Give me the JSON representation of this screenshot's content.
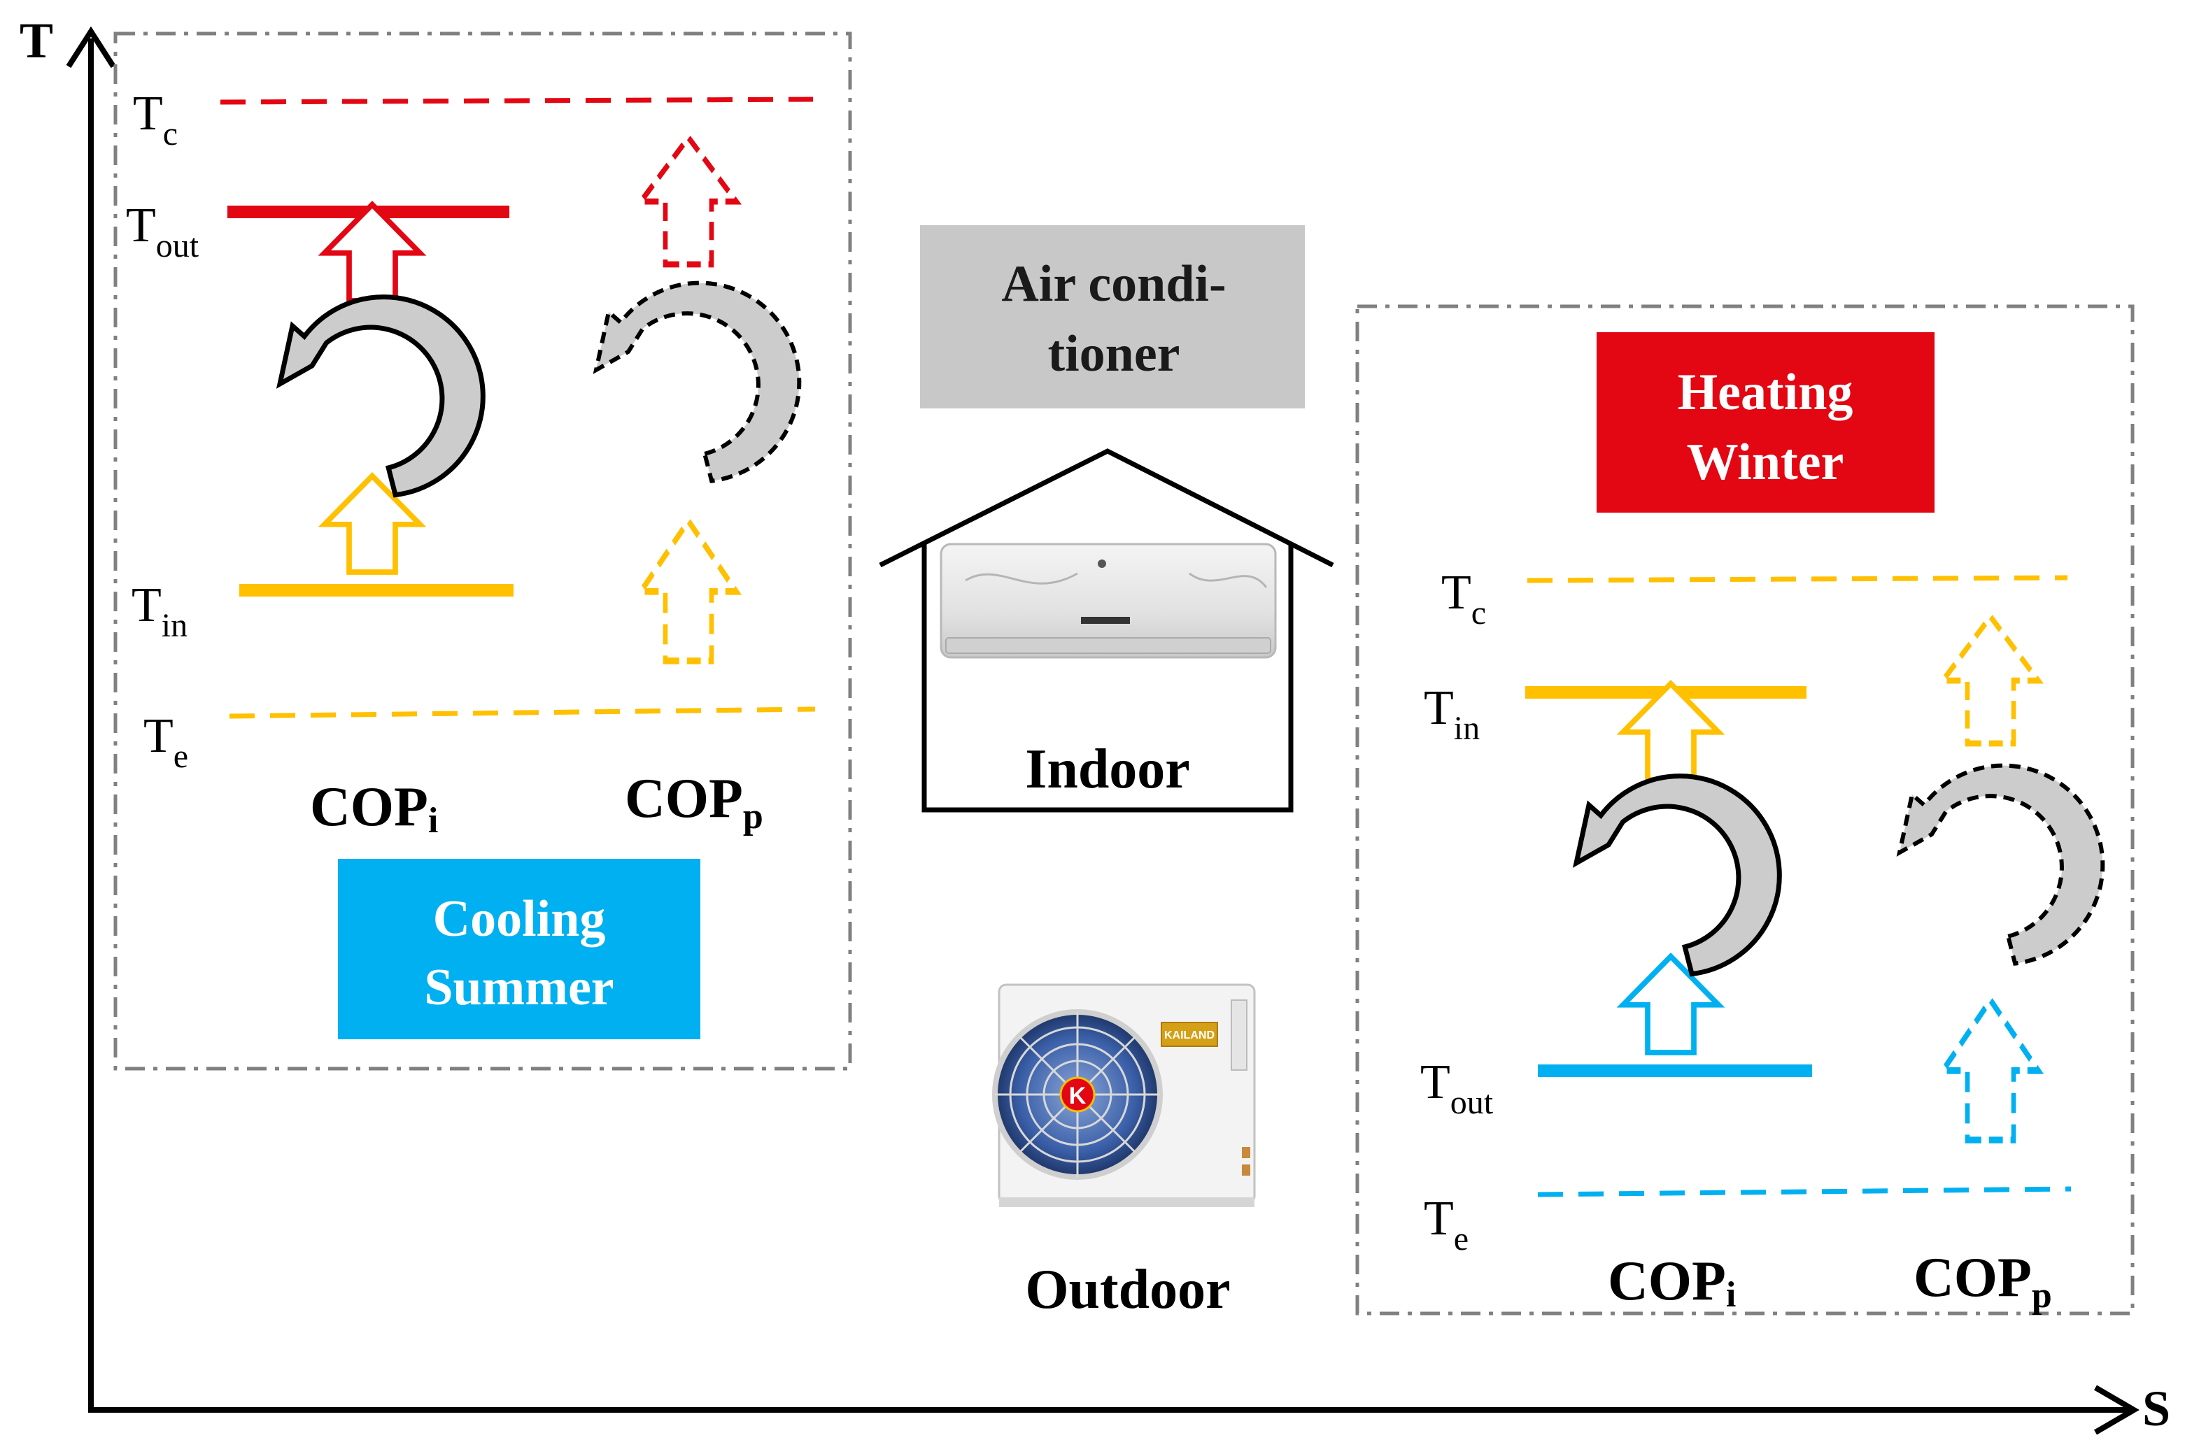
{
  "axes": {
    "y_label": "T",
    "x_label": "S"
  },
  "colors": {
    "red": "#e30613",
    "yellow": "#ffc000",
    "blue": "#00b0f0",
    "gray_box": "#c8c8c8",
    "cycle_fill": "#cccccc"
  },
  "center": {
    "unit_title_line1": "Air condi-",
    "unit_title_line2": "tioner",
    "indoor": "Indoor",
    "outdoor": "Outdoor",
    "outdoor_brand": "KAILAND",
    "outdoor_logo": "K"
  },
  "cooling": {
    "title_line1": "Cooling",
    "title_line2": "Summer",
    "tc": {
      "main": "T",
      "sub": "c"
    },
    "tout": {
      "main": "T",
      "sub": "out"
    },
    "tin": {
      "main": "T",
      "sub": "in"
    },
    "te": {
      "main": "T",
      "sub": "e"
    },
    "cop_i": {
      "main": "COP",
      "sub": "i"
    },
    "cop_p": {
      "main": "COP",
      "sub": "p"
    }
  },
  "heating": {
    "title_line1": "Heating",
    "title_line2": "Winter",
    "tc": {
      "main": "T",
      "sub": "c"
    },
    "tin": {
      "main": "T",
      "sub": "in"
    },
    "tout": {
      "main": "T",
      "sub": "out"
    },
    "te": {
      "main": "T",
      "sub": "e"
    },
    "cop_i": {
      "main": "COP",
      "sub": "i"
    },
    "cop_p": {
      "main": "COP",
      "sub": "p"
    }
  }
}
